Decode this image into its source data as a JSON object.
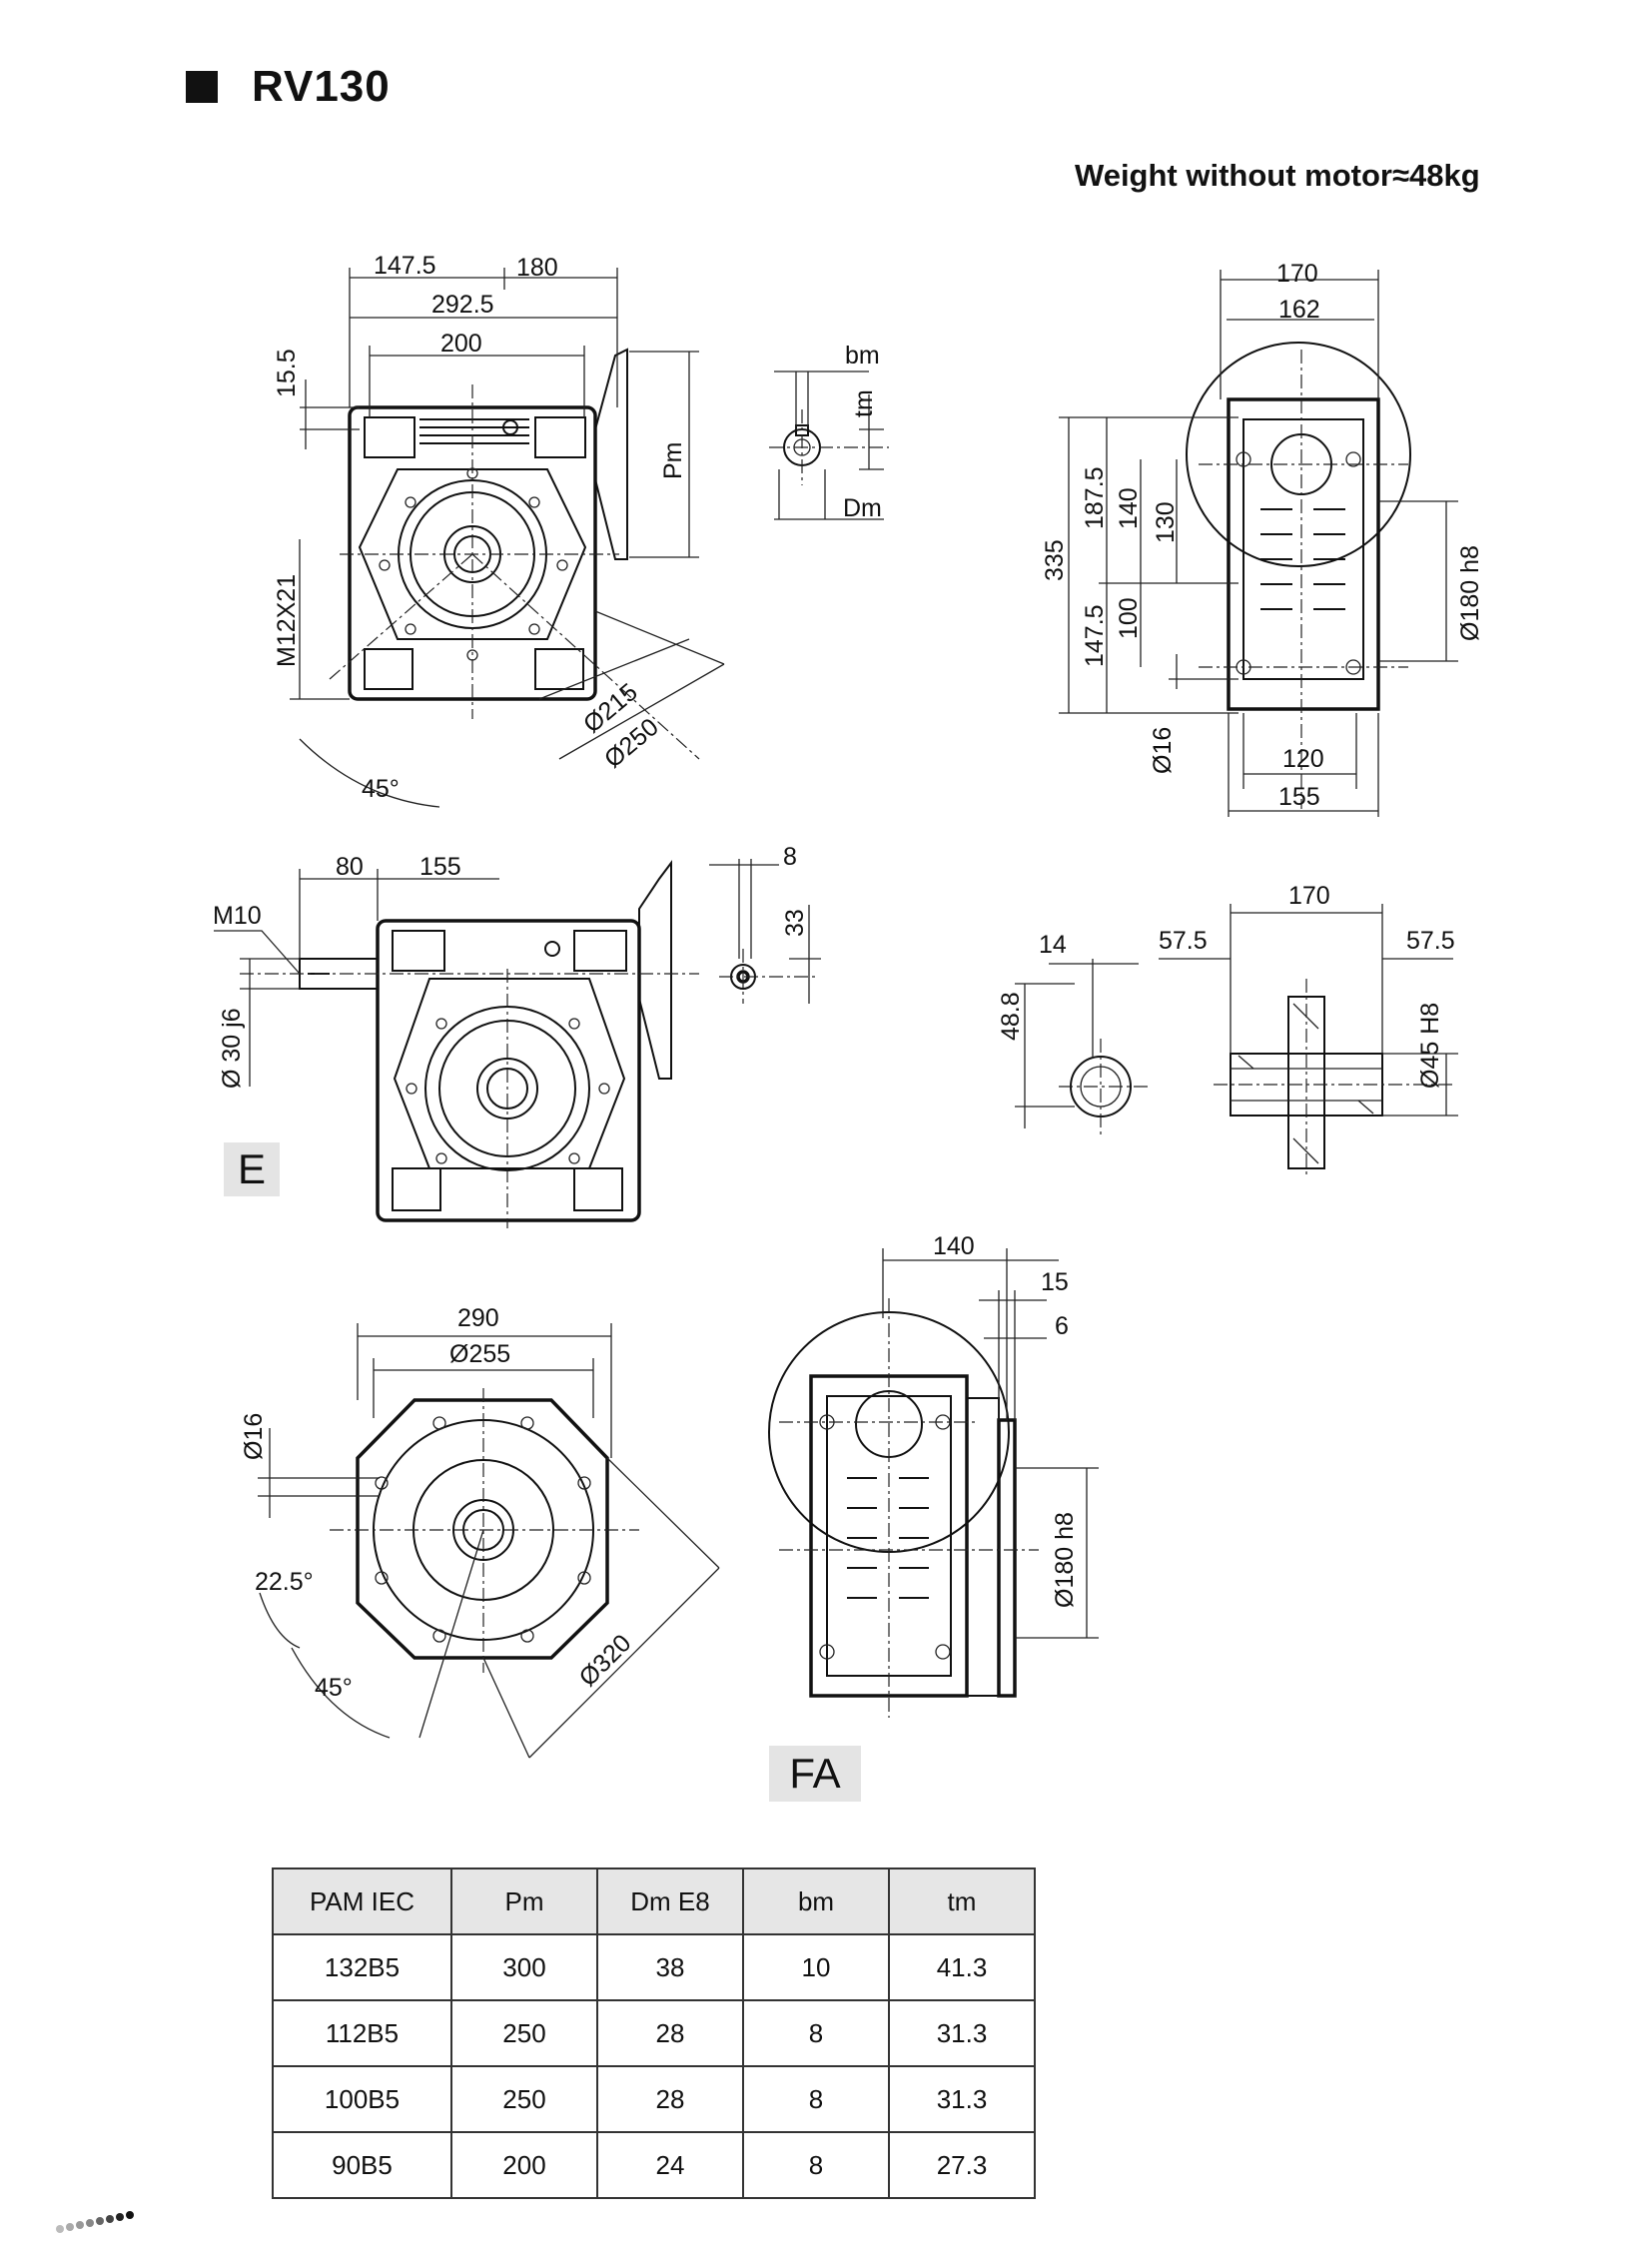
{
  "header": {
    "model": "RV130",
    "weight": "Weight without motor≈48kg"
  },
  "views": {
    "e_label": "E",
    "fa_label": "FA"
  },
  "dimensions": {
    "front": {
      "d147_5": "147.5",
      "d180": "180",
      "d292_5": "292.5",
      "d200": "200",
      "d15_5": "15.5",
      "m12x21": "M12X21",
      "pm": "Pm",
      "phi215": "Ø215",
      "phi250": "Ø250",
      "a45": "45°"
    },
    "shaft_key": {
      "bm": "bm",
      "tm": "tm",
      "dm": "Dm"
    },
    "side": {
      "d170": "170",
      "d162": "162",
      "d335": "335",
      "d187_5": "187.5",
      "d140": "140",
      "d130": "130",
      "d147_5": "147.5",
      "d100": "100",
      "phi16": "Ø16",
      "d120": "120",
      "d155": "155",
      "phi180": "Ø180 h8"
    },
    "e_view": {
      "d80": "80",
      "d155": "155",
      "m10": "M10",
      "phi30": "Ø 30 j6",
      "d8": "8",
      "d33": "33"
    },
    "hollow_shaft": {
      "d14": "14",
      "d48_8": "48.8",
      "d170": "170",
      "d57_5_left": "57.5",
      "d57_5_right": "57.5",
      "phi45": "Ø45 H8"
    },
    "flange": {
      "d290": "290",
      "phi255": "Ø255",
      "phi16": "Ø16",
      "a22_5": "22.5°",
      "a45": "45°",
      "phi320": "Ø320"
    },
    "fa_view": {
      "d140": "140",
      "d15": "15",
      "d6": "6",
      "phi180": "Ø180 h8"
    }
  },
  "table": {
    "headers": [
      "PAM IEC",
      "Pm",
      "Dm E8",
      "bm",
      "tm"
    ],
    "rows": [
      [
        "132B5",
        "300",
        "38",
        "10",
        "41.3"
      ],
      [
        "112B5",
        "250",
        "28",
        "8",
        "31.3"
      ],
      [
        "100B5",
        "250",
        "28",
        "8",
        "31.3"
      ],
      [
        "90B5",
        "200",
        "24",
        "8",
        "27.3"
      ]
    ]
  }
}
